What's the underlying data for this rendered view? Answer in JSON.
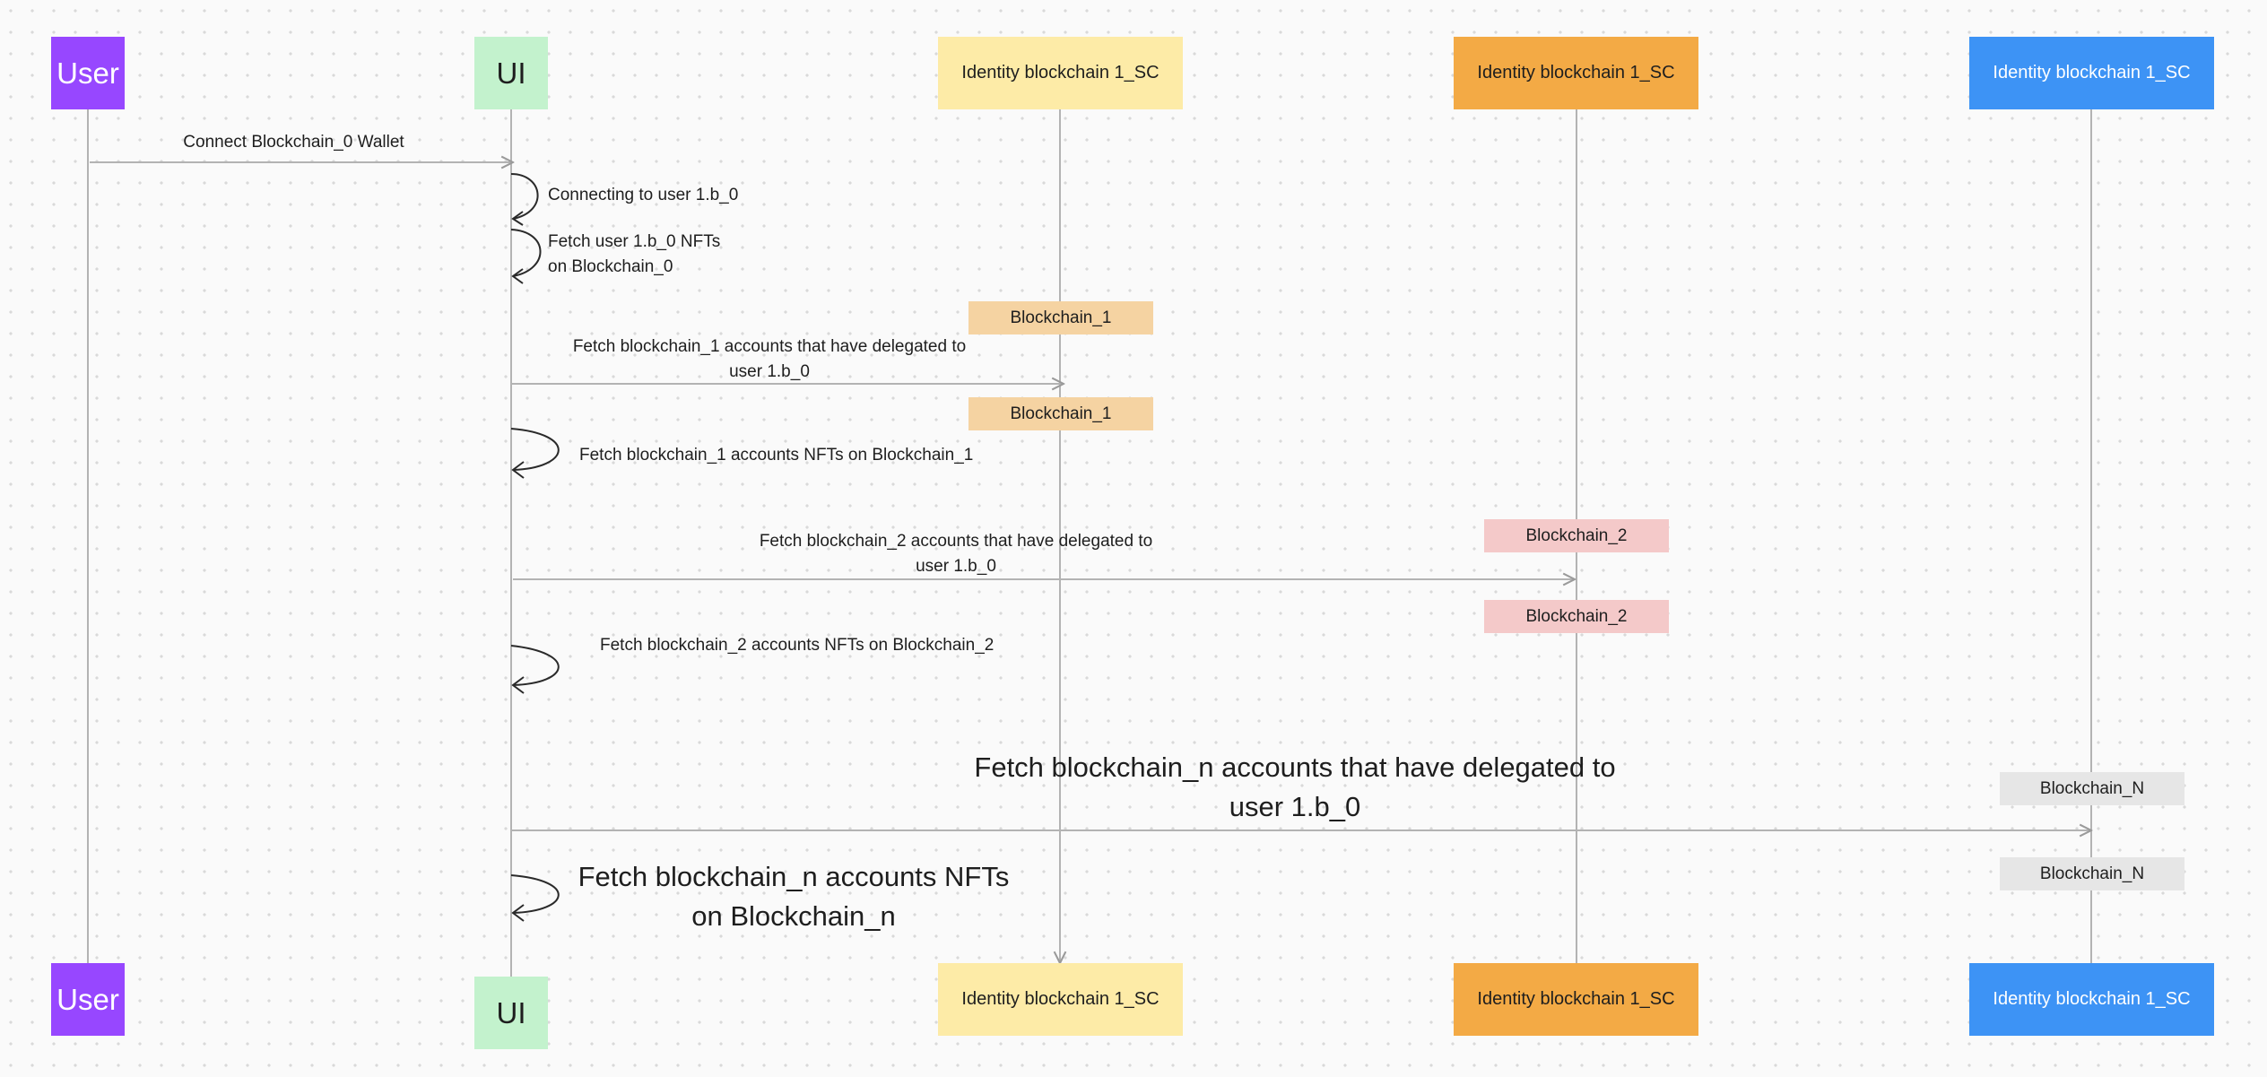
{
  "participants": {
    "user": {
      "label": "User",
      "color": "#9747ff",
      "text_color": "#ffffff"
    },
    "ui": {
      "label": "UI",
      "color": "#c3f2cd",
      "text_color": "#1e1e1e"
    },
    "id1": {
      "label": "Identity blockchain 1_SC",
      "color": "#fdeba7",
      "text_color": "#1e1e1e"
    },
    "id2": {
      "label": "Identity blockchain 1_SC",
      "color": "#f3aa45",
      "text_color": "#1e1e1e"
    },
    "id3": {
      "label": "Identity blockchain 1_SC",
      "color": "#3d93f5",
      "text_color": "#ffffff"
    }
  },
  "messages": {
    "connect_wallet": "Connect Blockchain_0 Wallet",
    "connecting_user": "Connecting to user 1.b_0",
    "fetch_user_nfts": "Fetch user 1.b_0 NFTs\non Blockchain_0",
    "fetch_b1_accounts": "Fetch blockchain_1 accounts that have delegated to\nuser 1.b_0",
    "fetch_b1_nfts": "Fetch blockchain_1 accounts NFTs on Blockchain_1",
    "fetch_b2_accounts": "Fetch blockchain_2 accounts that have delegated to\nuser 1.b_0",
    "fetch_b2_nfts": "Fetch blockchain_2 accounts NFTs on Blockchain_2",
    "fetch_bn_accounts": "Fetch blockchain_n accounts that have delegated to\nuser 1.b_0",
    "fetch_bn_nfts": "Fetch blockchain_n accounts NFTs\non Blockchain_n"
  },
  "tags": {
    "blockchain_1": {
      "label": "Blockchain_1",
      "color": "#f5d3a2"
    },
    "blockchain_2": {
      "label": "Blockchain_2",
      "color": "#f4c9c9"
    },
    "blockchain_n": {
      "label": "Blockchain_N",
      "color": "#e6e6e6"
    }
  },
  "line_color": "#b3b3b3"
}
